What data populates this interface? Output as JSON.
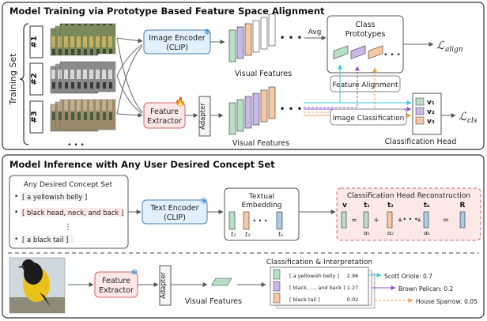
{
  "panel_top": {
    "title": "Model Training via Prototype Based Feature Space Alignment",
    "training_set_label": "Training Set",
    "rows": [
      "#1",
      "#2",
      "#3"
    ],
    "ellipsis": "• • •",
    "image_encoder": "Image Encoder",
    "image_encoder_sub": "(CLIP)",
    "feature_extractor": "Feature",
    "feature_extractor_sub": "Extractor",
    "adapter": "Adapter",
    "visual_features_1": "Visual Features",
    "visual_features_2": "Visual Features",
    "avg": "Avg",
    "class_prototypes": "Class",
    "class_prototypes_sub": "Prototypes",
    "feature_alignment": "Feature Alignment",
    "image_classification": "Image Classification",
    "classification_head": "Classification Head",
    "loss_align": "ℒ",
    "loss_align_sub": "align",
    "loss_cls": "ℒ",
    "loss_cls_sub": "cls",
    "head_vectors": [
      "v₁",
      "v₂",
      "v₃"
    ],
    "dots": "• • •"
  },
  "panel_bottom": {
    "title": "Model Inference with Any User Desired Concept Set",
    "concept_set_title": "Any Desired Concept Set",
    "concepts": [
      "[ a yellowish belly ]",
      "[ black head, neck, and back ]",
      "[ a black tail ]"
    ],
    "concept_dots": "⋮",
    "text_encoder": "Text Encoder",
    "text_encoder_sub": "(CLIP)",
    "textual_embedding": "Textual",
    "textual_embedding_sub": "Embedding",
    "emb_labels": [
      "t₁",
      "t₂",
      "tₖ"
    ],
    "emb_dots": "• • •",
    "reconstruction_title": "Classification Head Reconstruction",
    "recon_v": "v",
    "recon_terms": [
      "t₁",
      "t₂",
      "tₖ"
    ],
    "recon_alphas": [
      "α₁",
      "α₂",
      "αₖ"
    ],
    "recon_ops": [
      "=",
      "+",
      "+",
      "+",
      "="
    ],
    "recon_R": "R",
    "feature_extractor": "Feature",
    "feature_extractor_sub": "Extractor",
    "adapter": "Adapter",
    "visual_features": "Visual Features",
    "classification_interpretation": "Classification & Interpretation",
    "table_rows": [
      {
        "concept": "[ a yellowish belly ]",
        "score": "2.96"
      },
      {
        "concept": "[ black, ..., and back ]",
        "score": "1.27"
      },
      {
        "concept": "[ black tail ]",
        "score": "0.02"
      }
    ],
    "predictions": [
      "Scott Oriole: 0.7",
      "Brown Pelican: 0.2",
      "House Sparrow: 0.05"
    ]
  },
  "colors": {
    "green": "#b7dfc4",
    "purple": "#c9b7e8",
    "orange": "#f6c9a4",
    "blue": "#a9cbe6",
    "cyan": "#3fc7d8",
    "violet": "#9b4fd8",
    "amber": "#f0a050",
    "encoder_fill": "#e3f0fb",
    "pink_fill": "#fde8e8"
  }
}
